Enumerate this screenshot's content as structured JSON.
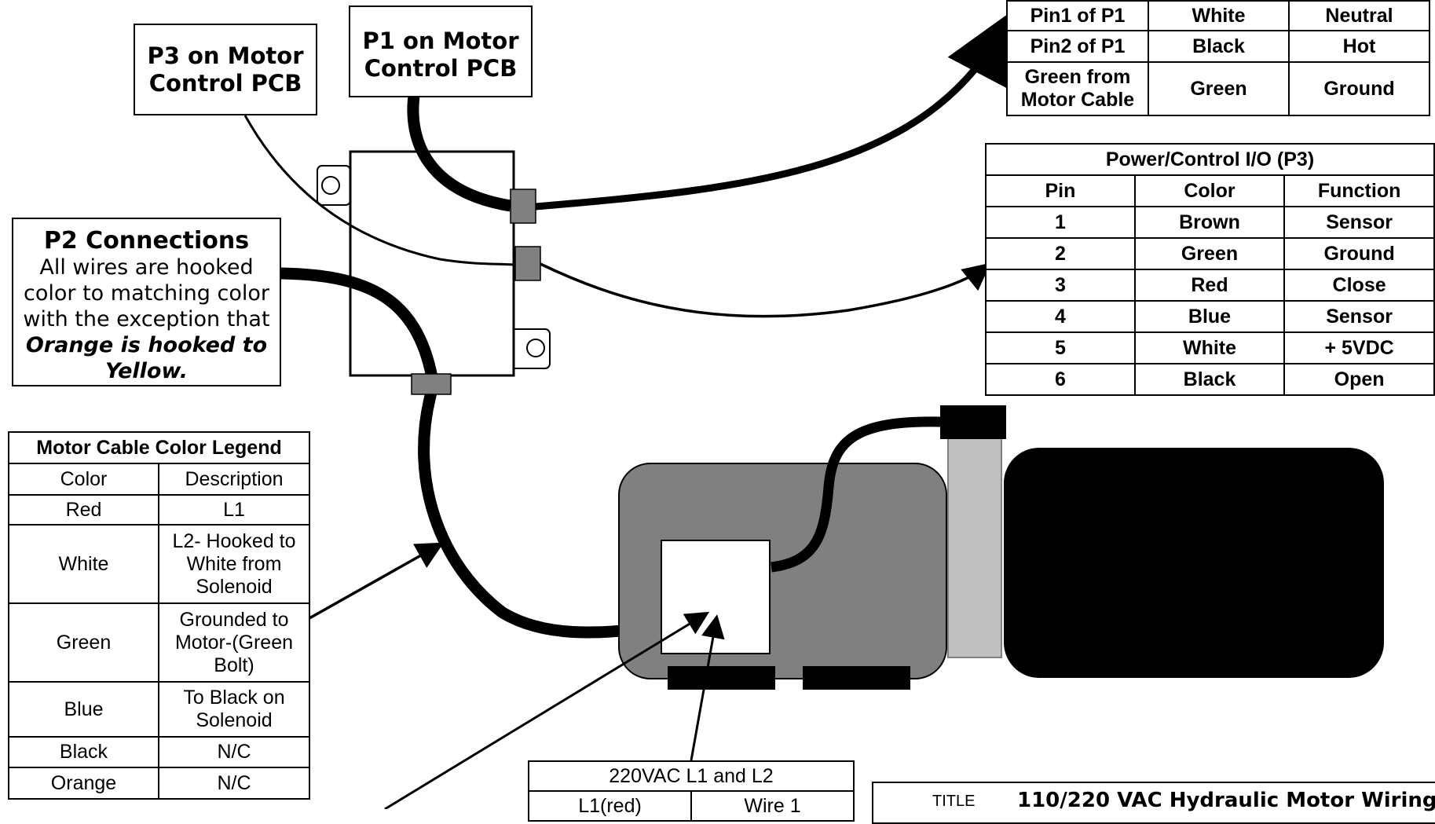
{
  "callouts": {
    "p3": {
      "line1": "P3 on Motor",
      "line2": "Control PCB"
    },
    "p1": {
      "line1": "P1 on Motor",
      "line2": "Control PCB"
    },
    "p2": {
      "title": "P2 Connections",
      "body": "All wires are hooked color to matching color with the exception that",
      "emphasis": "Orange is hooked to Yellow."
    }
  },
  "p1_table": {
    "rows": [
      [
        "Pin1 of P1",
        "White",
        "Neutral"
      ],
      [
        "Pin2 of P1",
        "Black",
        "Hot"
      ],
      [
        "Green from Motor Cable",
        "Green",
        "Ground"
      ]
    ]
  },
  "p3_table": {
    "title": "Power/Control I/O (P3)",
    "headers": [
      "Pin",
      "Color",
      "Function"
    ],
    "rows": [
      [
        "1",
        "Brown",
        "Sensor"
      ],
      [
        "2",
        "Green",
        "Ground"
      ],
      [
        "3",
        "Red",
        "Close"
      ],
      [
        "4",
        "Blue",
        "Sensor"
      ],
      [
        "5",
        "White",
        "+ 5VDC"
      ],
      [
        "6",
        "Black",
        "Open"
      ]
    ]
  },
  "legend_table": {
    "title": "Motor Cable Color Legend",
    "headers": [
      "Color",
      "Description"
    ],
    "rows": [
      [
        "Red",
        "L1"
      ],
      [
        "White",
        "L2- Hooked to White from Solenoid"
      ],
      [
        "Green",
        "Grounded to Motor-(Green Bolt)"
      ],
      [
        "Blue",
        "To Black on Solenoid"
      ],
      [
        "Black",
        "N/C"
      ],
      [
        "Orange",
        "N/C"
      ]
    ]
  },
  "l1l2_table": {
    "title": "220VAC L1 and L2",
    "row": [
      "L1(red)",
      "Wire 1"
    ]
  },
  "title_block": {
    "label": "TITLE",
    "value": "110/220 VAC Hydraulic Motor Wiring"
  },
  "colors": {
    "motor_body": "#808080",
    "pump_body": "#000000",
    "connector": "#808080",
    "reservoir_tube": "#c0c0c0"
  }
}
